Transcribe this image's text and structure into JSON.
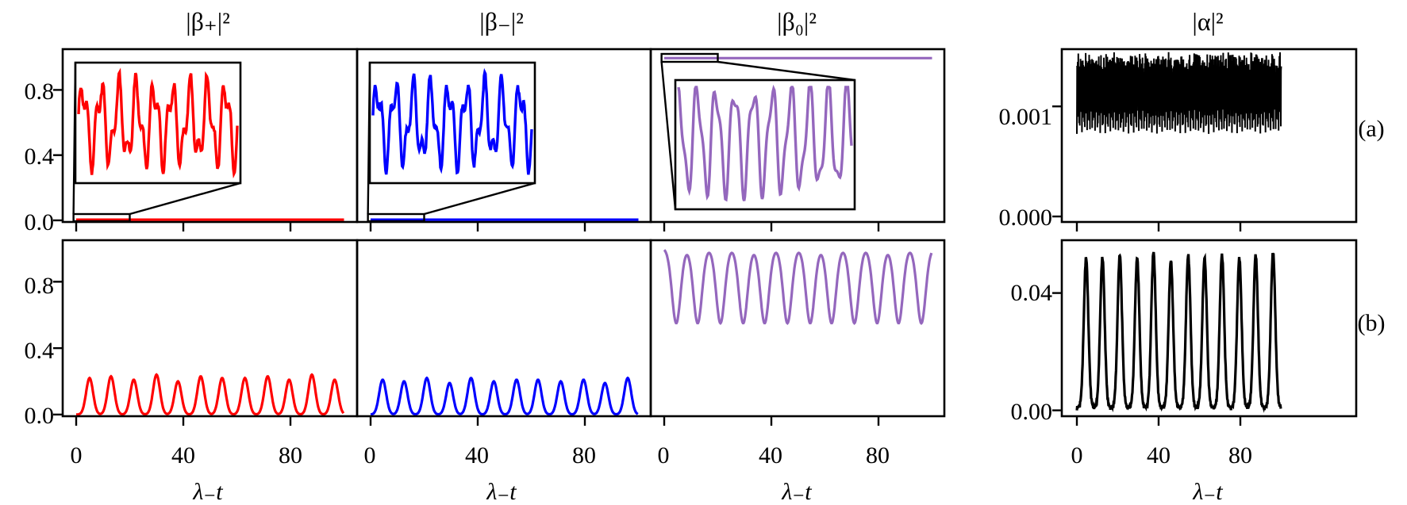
{
  "chart_data": [
    {
      "type": "line",
      "panel": "a-beta-plus",
      "title": "|β₊|²",
      "row_label": "(a)",
      "color": "#ff0000",
      "xlabel": "λ₋t",
      "xlim": [
        -1,
        100
      ],
      "ylim": [
        -0.01,
        1.05
      ],
      "xticks": [
        0,
        40,
        80
      ],
      "yticks": [
        "0.0",
        "0.4",
        "0.8"
      ],
      "description": "Near-zero fast oscillation (~0.00–0.01) across t=0–100; inset zooms the first ~20 units showing oscillation between ~0.25 and ~0.93 of inset scale",
      "inset": true
    },
    {
      "type": "line",
      "panel": "a-beta-minus",
      "title": "|β₋|²",
      "row_label": "(a)",
      "color": "#0000ff",
      "xlabel": "λ₋t",
      "xlim": [
        -1,
        100
      ],
      "ylim": [
        -0.01,
        1.05
      ],
      "xticks": [
        0,
        40,
        80
      ],
      "description": "Near-zero fast oscillation across t=0–100; inset zooms the first ~20 units",
      "inset": true
    },
    {
      "type": "line",
      "panel": "a-beta-zero",
      "title": "|β₀|²",
      "row_label": "(a)",
      "color": "#9467bd",
      "xlabel": "λ₋t",
      "xlim": [
        -1,
        100
      ],
      "ylim": [
        -0.01,
        1.05
      ],
      "xticks": [
        0,
        40,
        80
      ],
      "description": "Stays near 1.0 (~0.99–1.0) across t=0–100; inset zooms the first ~20 units",
      "inset": true
    },
    {
      "type": "line",
      "panel": "a-alpha",
      "title": "|α|²",
      "row_label": "(a)",
      "color": "#000000",
      "xlabel": "λ₋t",
      "xlim": [
        -1,
        100
      ],
      "ylim": [
        -5e-05,
        0.00152
      ],
      "xticks": [
        0,
        40,
        80
      ],
      "yticks": [
        "0.000",
        "0.001"
      ],
      "description": "Dense rapid oscillation between 0.000 and ~0.0015"
    },
    {
      "type": "line",
      "panel": "b-beta-plus",
      "title": "|β₊|²",
      "row_label": "(b)",
      "color": "#ff0000",
      "xlabel": "λ₋t",
      "xlim": [
        -1,
        100
      ],
      "ylim": [
        -0.01,
        1.05
      ],
      "xticks": [
        0,
        40,
        80
      ],
      "yticks": [
        "0.0",
        "0.4",
        "0.8"
      ],
      "peak_times": [
        5,
        13,
        21.5,
        30,
        38,
        46.5,
        54.5,
        63,
        71.5,
        79.5,
        88,
        96.5
      ],
      "peak_values": [
        0.22,
        0.23,
        0.21,
        0.24,
        0.2,
        0.23,
        0.22,
        0.22,
        0.23,
        0.21,
        0.24,
        0.21
      ]
    },
    {
      "type": "line",
      "panel": "b-beta-minus",
      "title": "|β₋|²",
      "row_label": "(b)",
      "color": "#0000ff",
      "xlabel": "λ₋t",
      "xlim": [
        -1,
        100
      ],
      "ylim": [
        -0.01,
        1.05
      ],
      "xticks": [
        0,
        40,
        80
      ],
      "peak_times": [
        4.5,
        12.5,
        21,
        29.5,
        37.5,
        46,
        54.5,
        62.5,
        71,
        79.5,
        87.5,
        96
      ],
      "peak_values": [
        0.21,
        0.2,
        0.22,
        0.19,
        0.22,
        0.2,
        0.21,
        0.21,
        0.2,
        0.21,
        0.19,
        0.22
      ]
    },
    {
      "type": "line",
      "panel": "b-beta-zero",
      "title": "|β₀|²",
      "row_label": "(b)",
      "color": "#9467bd",
      "xlabel": "λ₋t",
      "xlim": [
        -1,
        100
      ],
      "ylim": [
        -0.01,
        1.05
      ],
      "xticks": [
        0,
        40,
        80
      ],
      "baseline": 1.0,
      "dip_min": 0.55,
      "dip_times": [
        4.5,
        12.5,
        21,
        29.5,
        37.5,
        46,
        54.5,
        62.5,
        71,
        79.5,
        87.5,
        96
      ]
    },
    {
      "type": "line",
      "panel": "b-alpha",
      "title": "|α|²",
      "row_label": "(b)",
      "color": "#000000",
      "xlabel": "λ₋t",
      "xlim": [
        -1,
        100
      ],
      "ylim": [
        -0.002,
        0.058
      ],
      "xticks": [
        0,
        40,
        80
      ],
      "yticks": [
        "0.00",
        "0.04"
      ],
      "peak_times": [
        4.5,
        12.5,
        21,
        29.5,
        37.5,
        46,
        54.5,
        62.5,
        71,
        79.5,
        87.5,
        96
      ],
      "peak_values": [
        0.051,
        0.051,
        0.052,
        0.051,
        0.053,
        0.05,
        0.052,
        0.051,
        0.052,
        0.051,
        0.052,
        0.053
      ]
    }
  ],
  "titles": {
    "beta_plus": "|β₊|²",
    "beta_minus": "|β₋|²",
    "beta_zero": "|β₀|²",
    "alpha": "|α|²"
  },
  "row_labels": {
    "a": "(a)",
    "b": "(b)"
  },
  "xlabel": "λ₋t",
  "yticks_left": [
    "0.0",
    "0.4",
    "0.8"
  ],
  "yticks_alpha_a": [
    "0.000",
    "0.001"
  ],
  "yticks_alpha_b": [
    "0.00",
    "0.04"
  ],
  "xticks": [
    "0",
    "40",
    "80"
  ]
}
